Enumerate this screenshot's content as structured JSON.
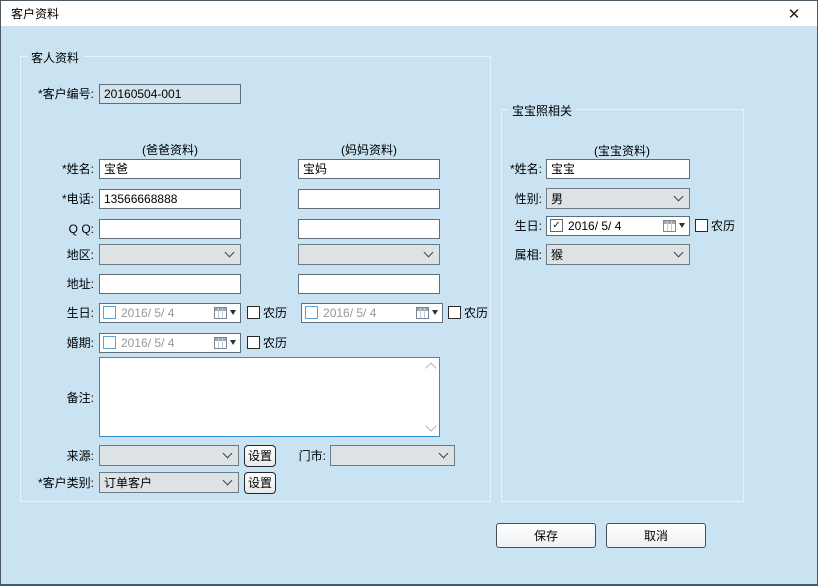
{
  "window": {
    "title": "客户资料"
  },
  "icons": {
    "close": "✕",
    "checkmark": "✓"
  },
  "guest": {
    "group_title": "客人资料",
    "customer_no_label": "*客户编号:",
    "customer_no_value": "20160504-001",
    "dad_header": "(爸爸资料)",
    "mom_header": "(妈妈资料)",
    "name_label": "*姓名:",
    "dad_name": "宝爸",
    "mom_name": "宝妈",
    "phone_label": "*电话:",
    "dad_phone": "13566668888",
    "qq_label": "Q Q:",
    "region_label": "地区:",
    "address_label": "地址:",
    "birthday_label": "生日:",
    "wedding_label": "婚期:",
    "notes_label": "备注:",
    "source_label": "来源:",
    "store_label": "门市:",
    "category_label": "*客户类别:",
    "category_value": "订单客户",
    "date_value": "2016/ 5/ 4",
    "lunar_label": "农历",
    "settings_label": "设置"
  },
  "baby": {
    "group_title": "宝宝照相关",
    "header": "(宝宝资料)",
    "name_label": "*姓名:",
    "name_value": "宝宝",
    "gender_label": "性别:",
    "gender_value": "男",
    "birthday_label": "生日:",
    "birthday_value": "2016/ 5/ 4",
    "lunar_label": "农历",
    "zodiac_label": "属相:",
    "zodiac_value": "猴"
  },
  "footer": {
    "save_label": "保存",
    "cancel_label": "取消"
  }
}
